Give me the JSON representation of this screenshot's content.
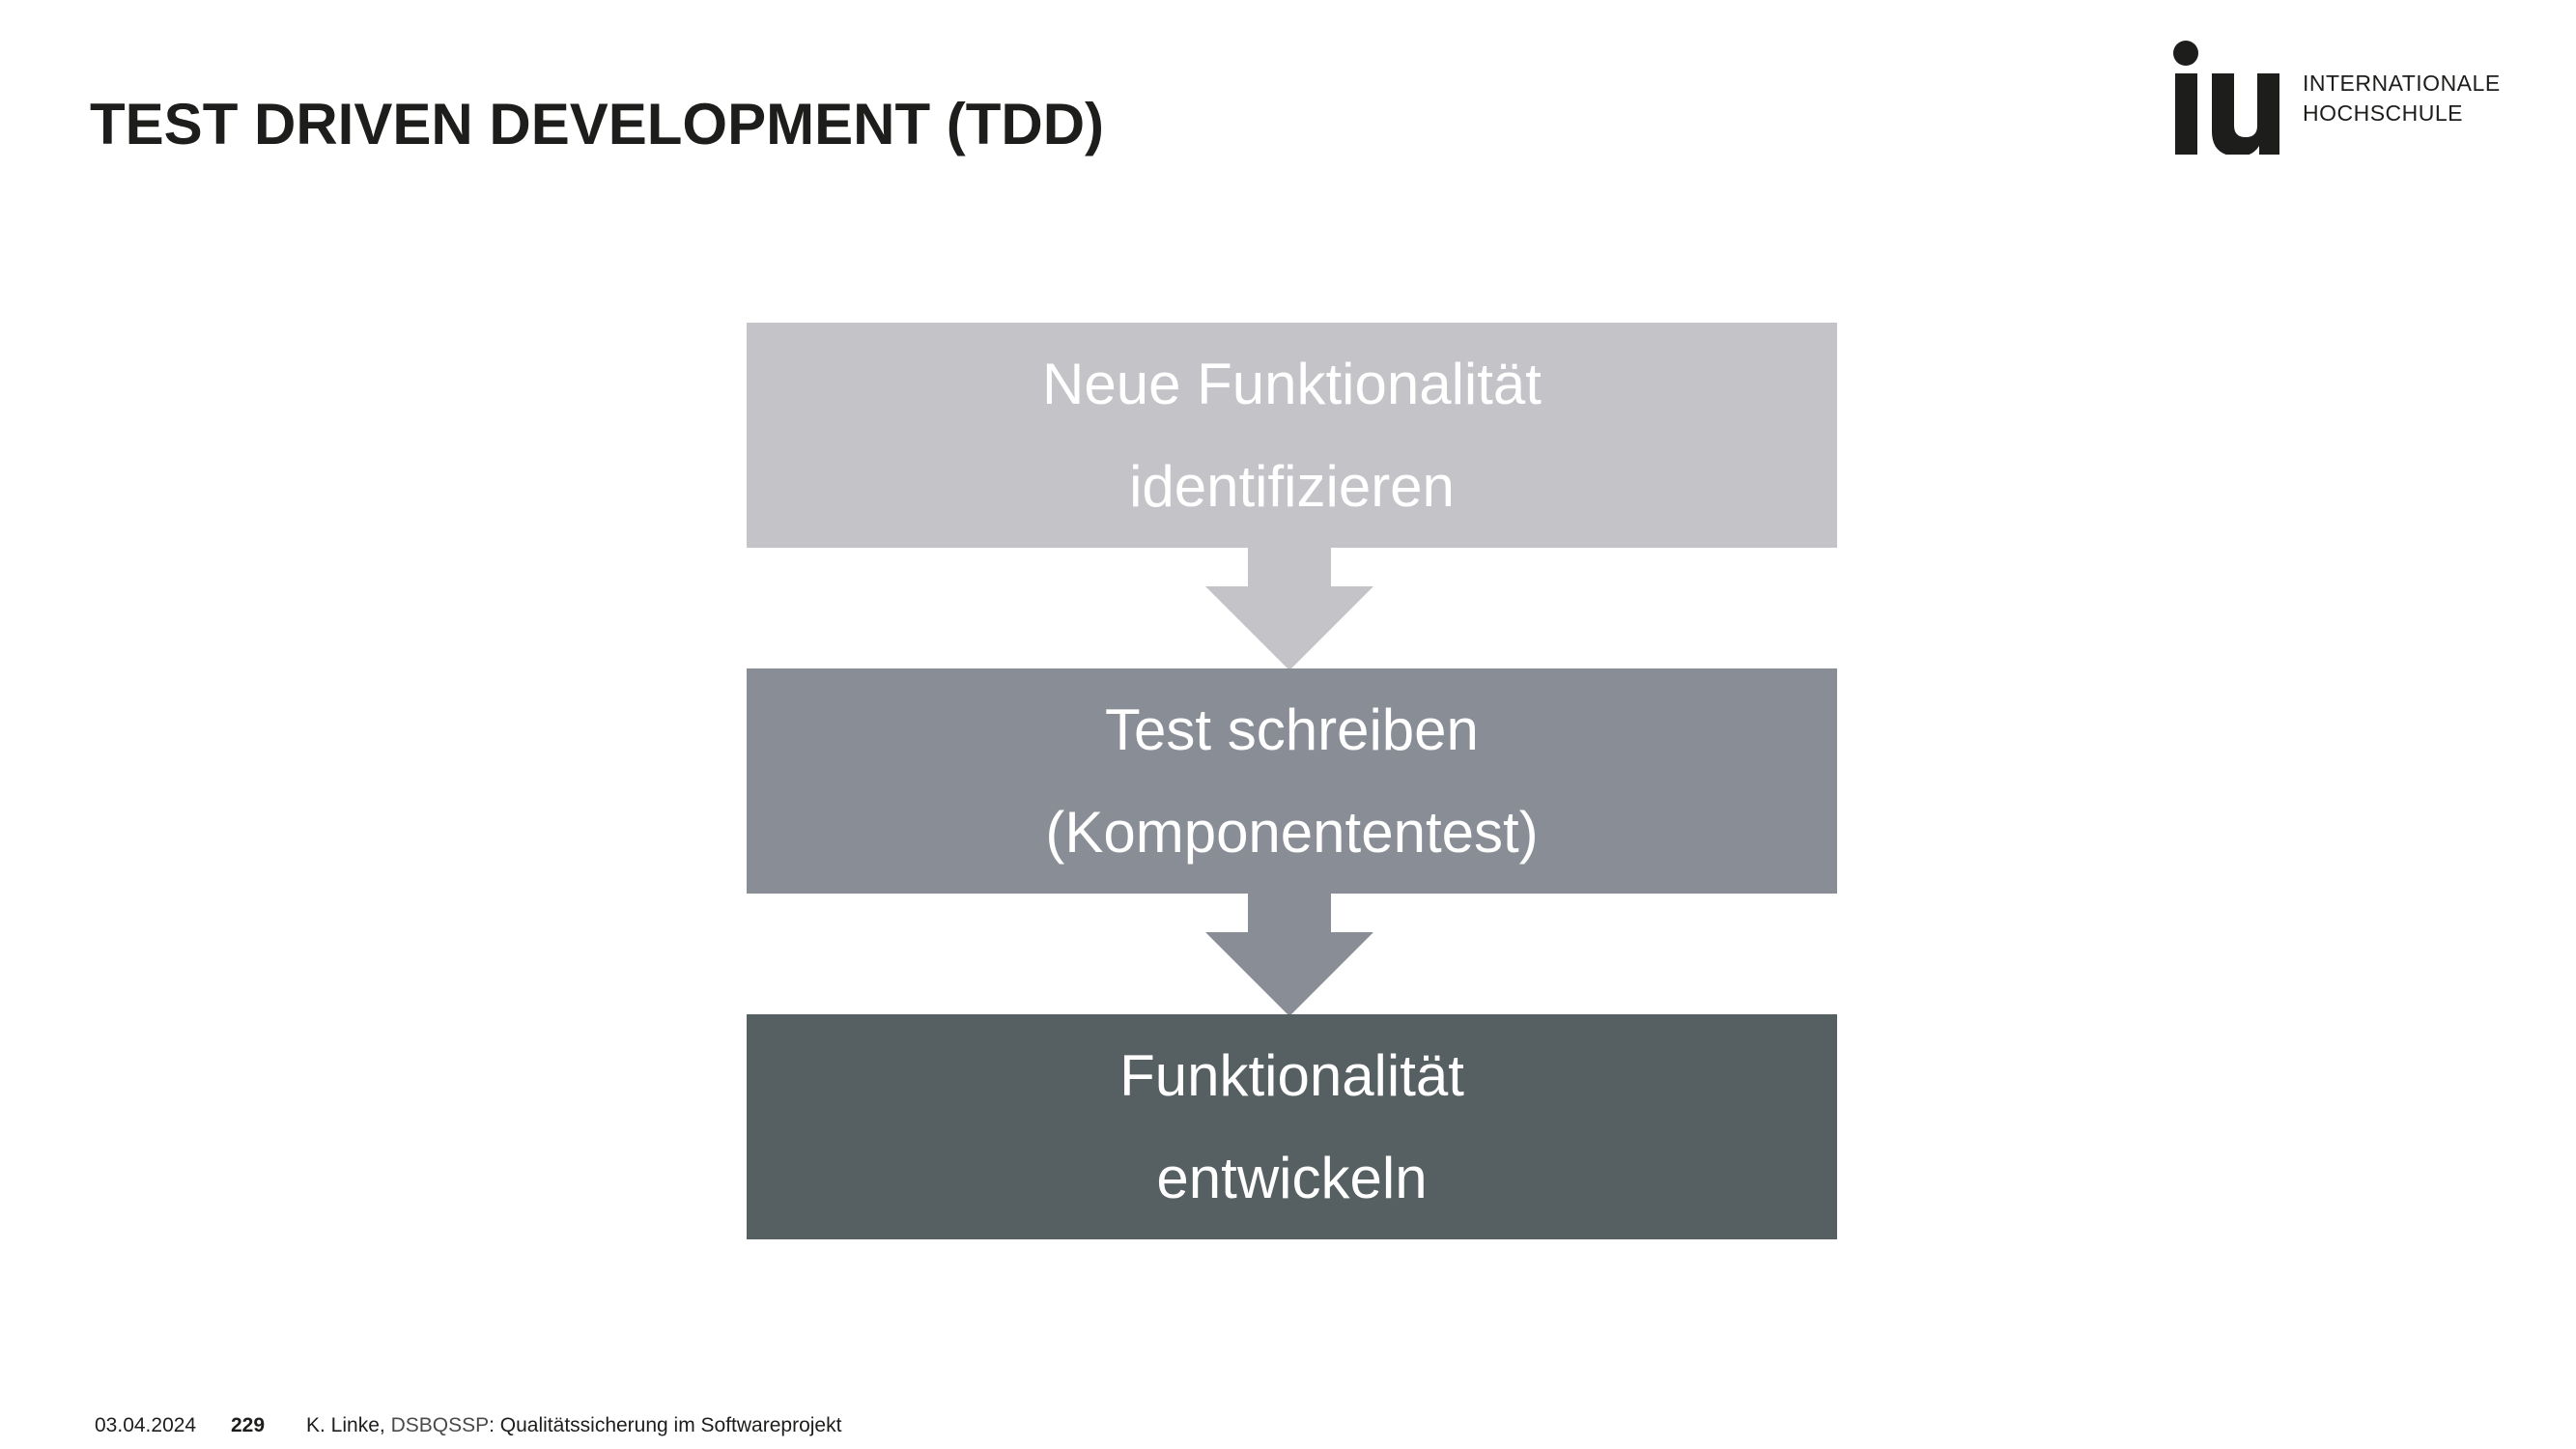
{
  "slide": {
    "title": "TEST DRIVEN DEVELOPMENT (TDD)"
  },
  "logo": {
    "mark": "iu",
    "line1": "INTERNATIONALE",
    "line2": "HOCHSCHULE"
  },
  "flow": {
    "steps": [
      {
        "line1": "Neue Funktionalität",
        "line2": "identifizieren",
        "color": "#c3c3c8"
      },
      {
        "line1": "Test schreiben",
        "line2": "(Komponententest)",
        "color": "#898e96"
      },
      {
        "line1": "Funktionalität",
        "line2": "entwickeln",
        "color": "#565f62"
      }
    ]
  },
  "footer": {
    "date": "03.04.2024",
    "page": "229",
    "author": "K. Linke,",
    "course_code": "DSBQSSP",
    "course_title": ": Qualitätssicherung im Softwareprojekt"
  }
}
